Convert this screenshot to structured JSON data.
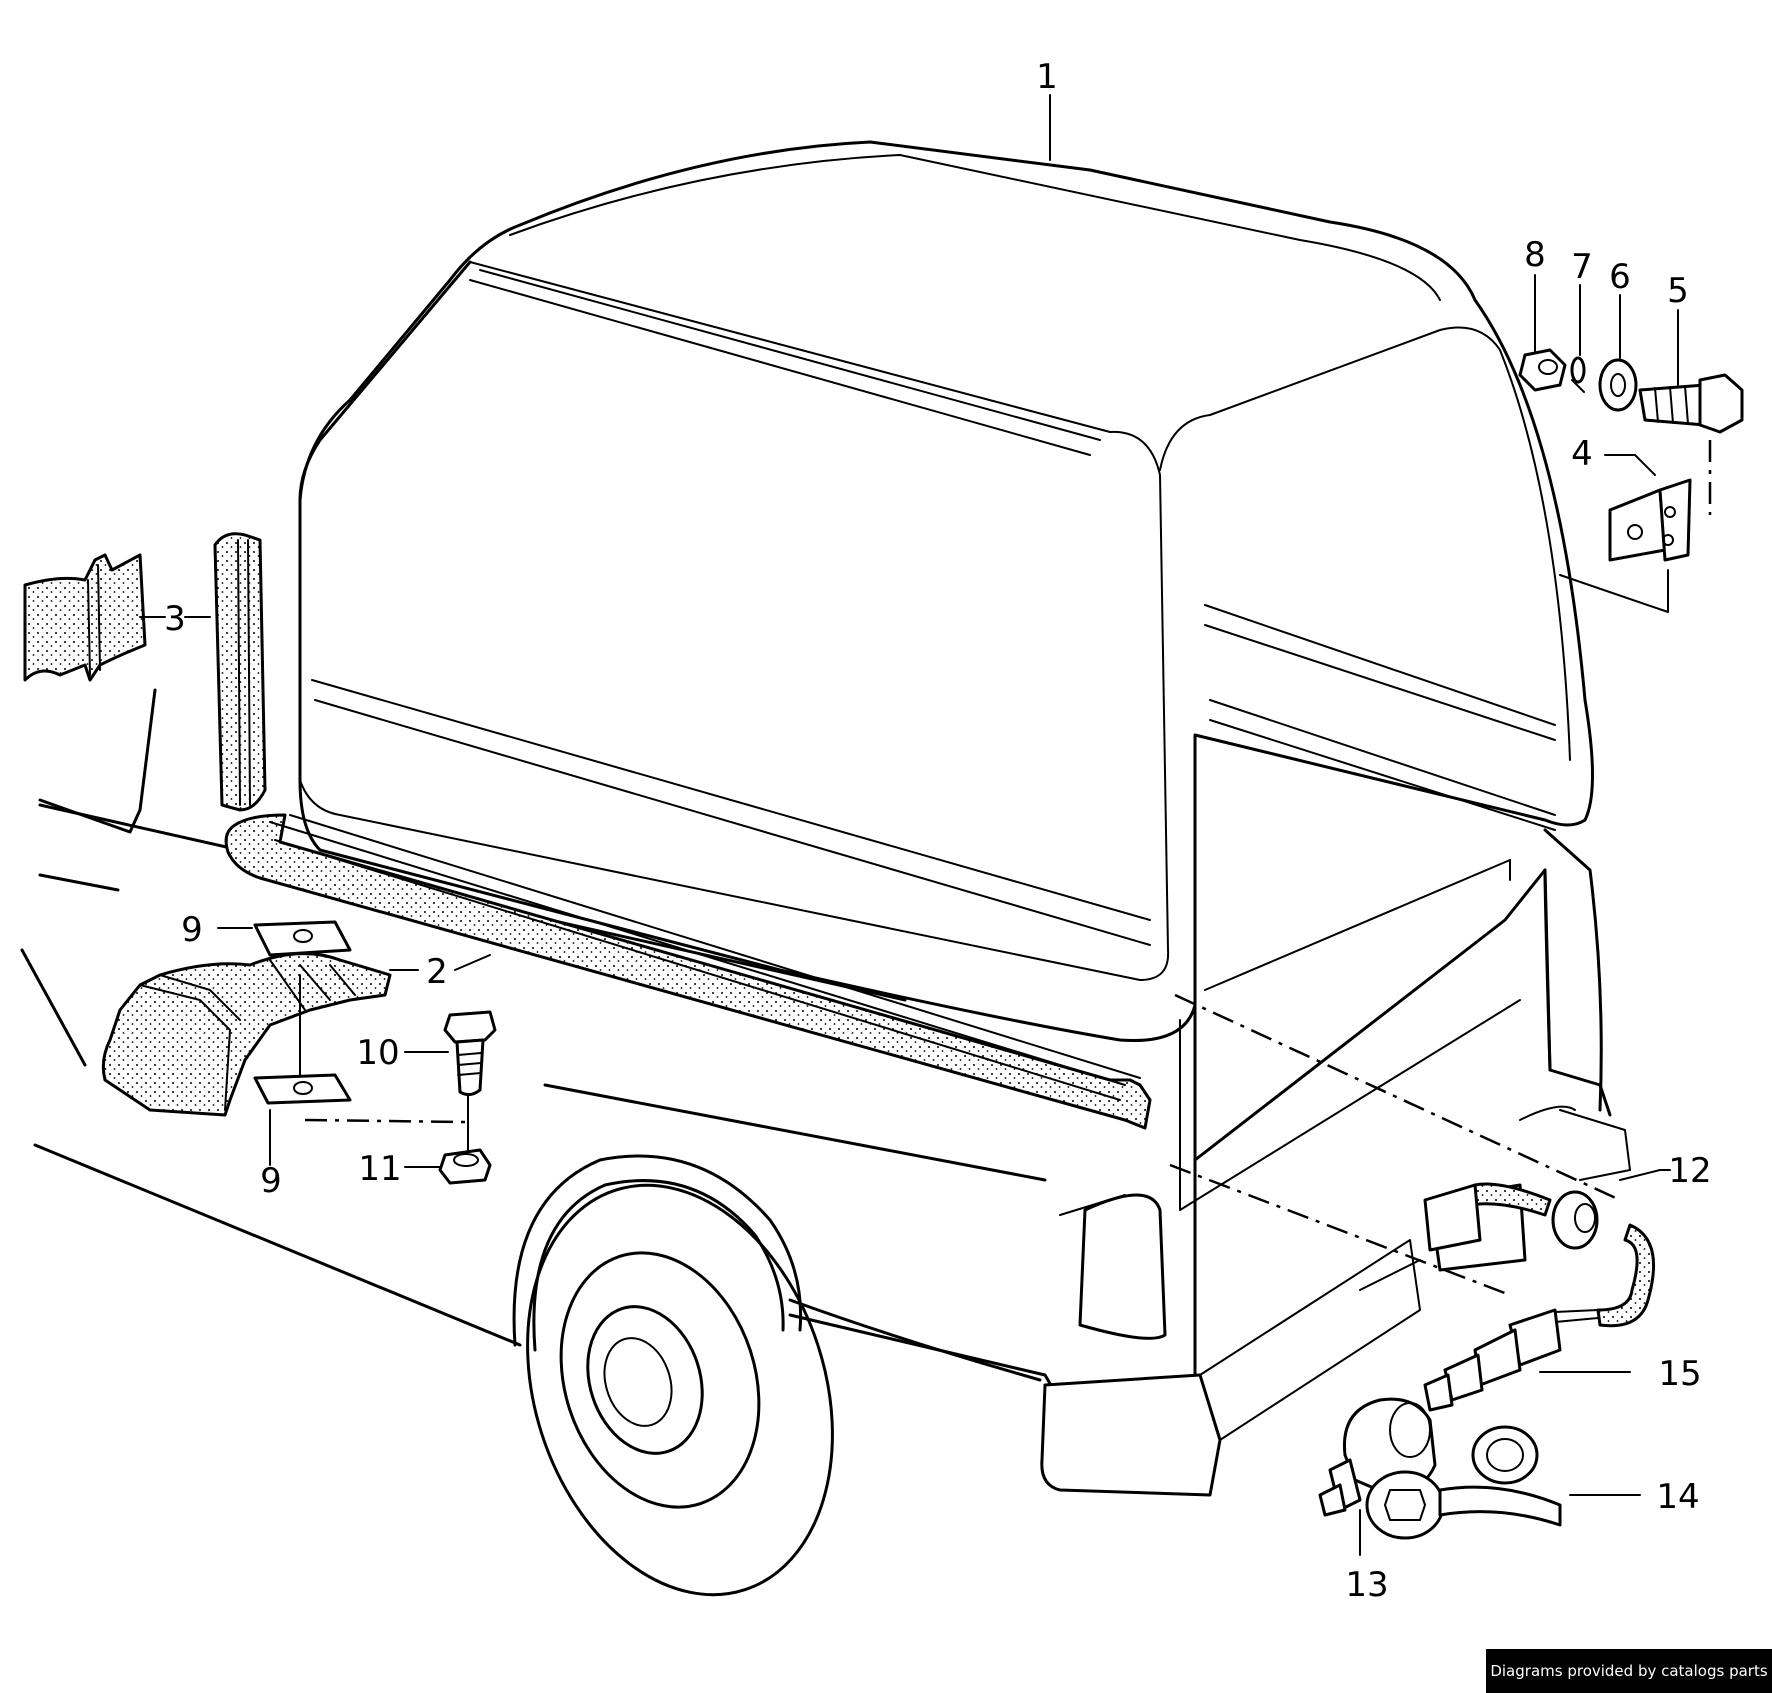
{
  "callouts": [
    {
      "id": "1",
      "text": "1"
    },
    {
      "id": "2",
      "text": "2"
    },
    {
      "id": "3",
      "text": "3"
    },
    {
      "id": "4",
      "text": "4"
    },
    {
      "id": "5",
      "text": "5"
    },
    {
      "id": "6",
      "text": "6"
    },
    {
      "id": "7",
      "text": "7"
    },
    {
      "id": "8",
      "text": "8"
    },
    {
      "id": "9a",
      "text": "9"
    },
    {
      "id": "9b",
      "text": "9"
    },
    {
      "id": "10",
      "text": "10"
    },
    {
      "id": "11",
      "text": "11"
    },
    {
      "id": "12",
      "text": "12"
    },
    {
      "id": "13",
      "text": "13"
    },
    {
      "id": "14",
      "text": "14"
    },
    {
      "id": "15",
      "text": "15"
    }
  ],
  "credit": "Diagrams provided by catalogs parts"
}
